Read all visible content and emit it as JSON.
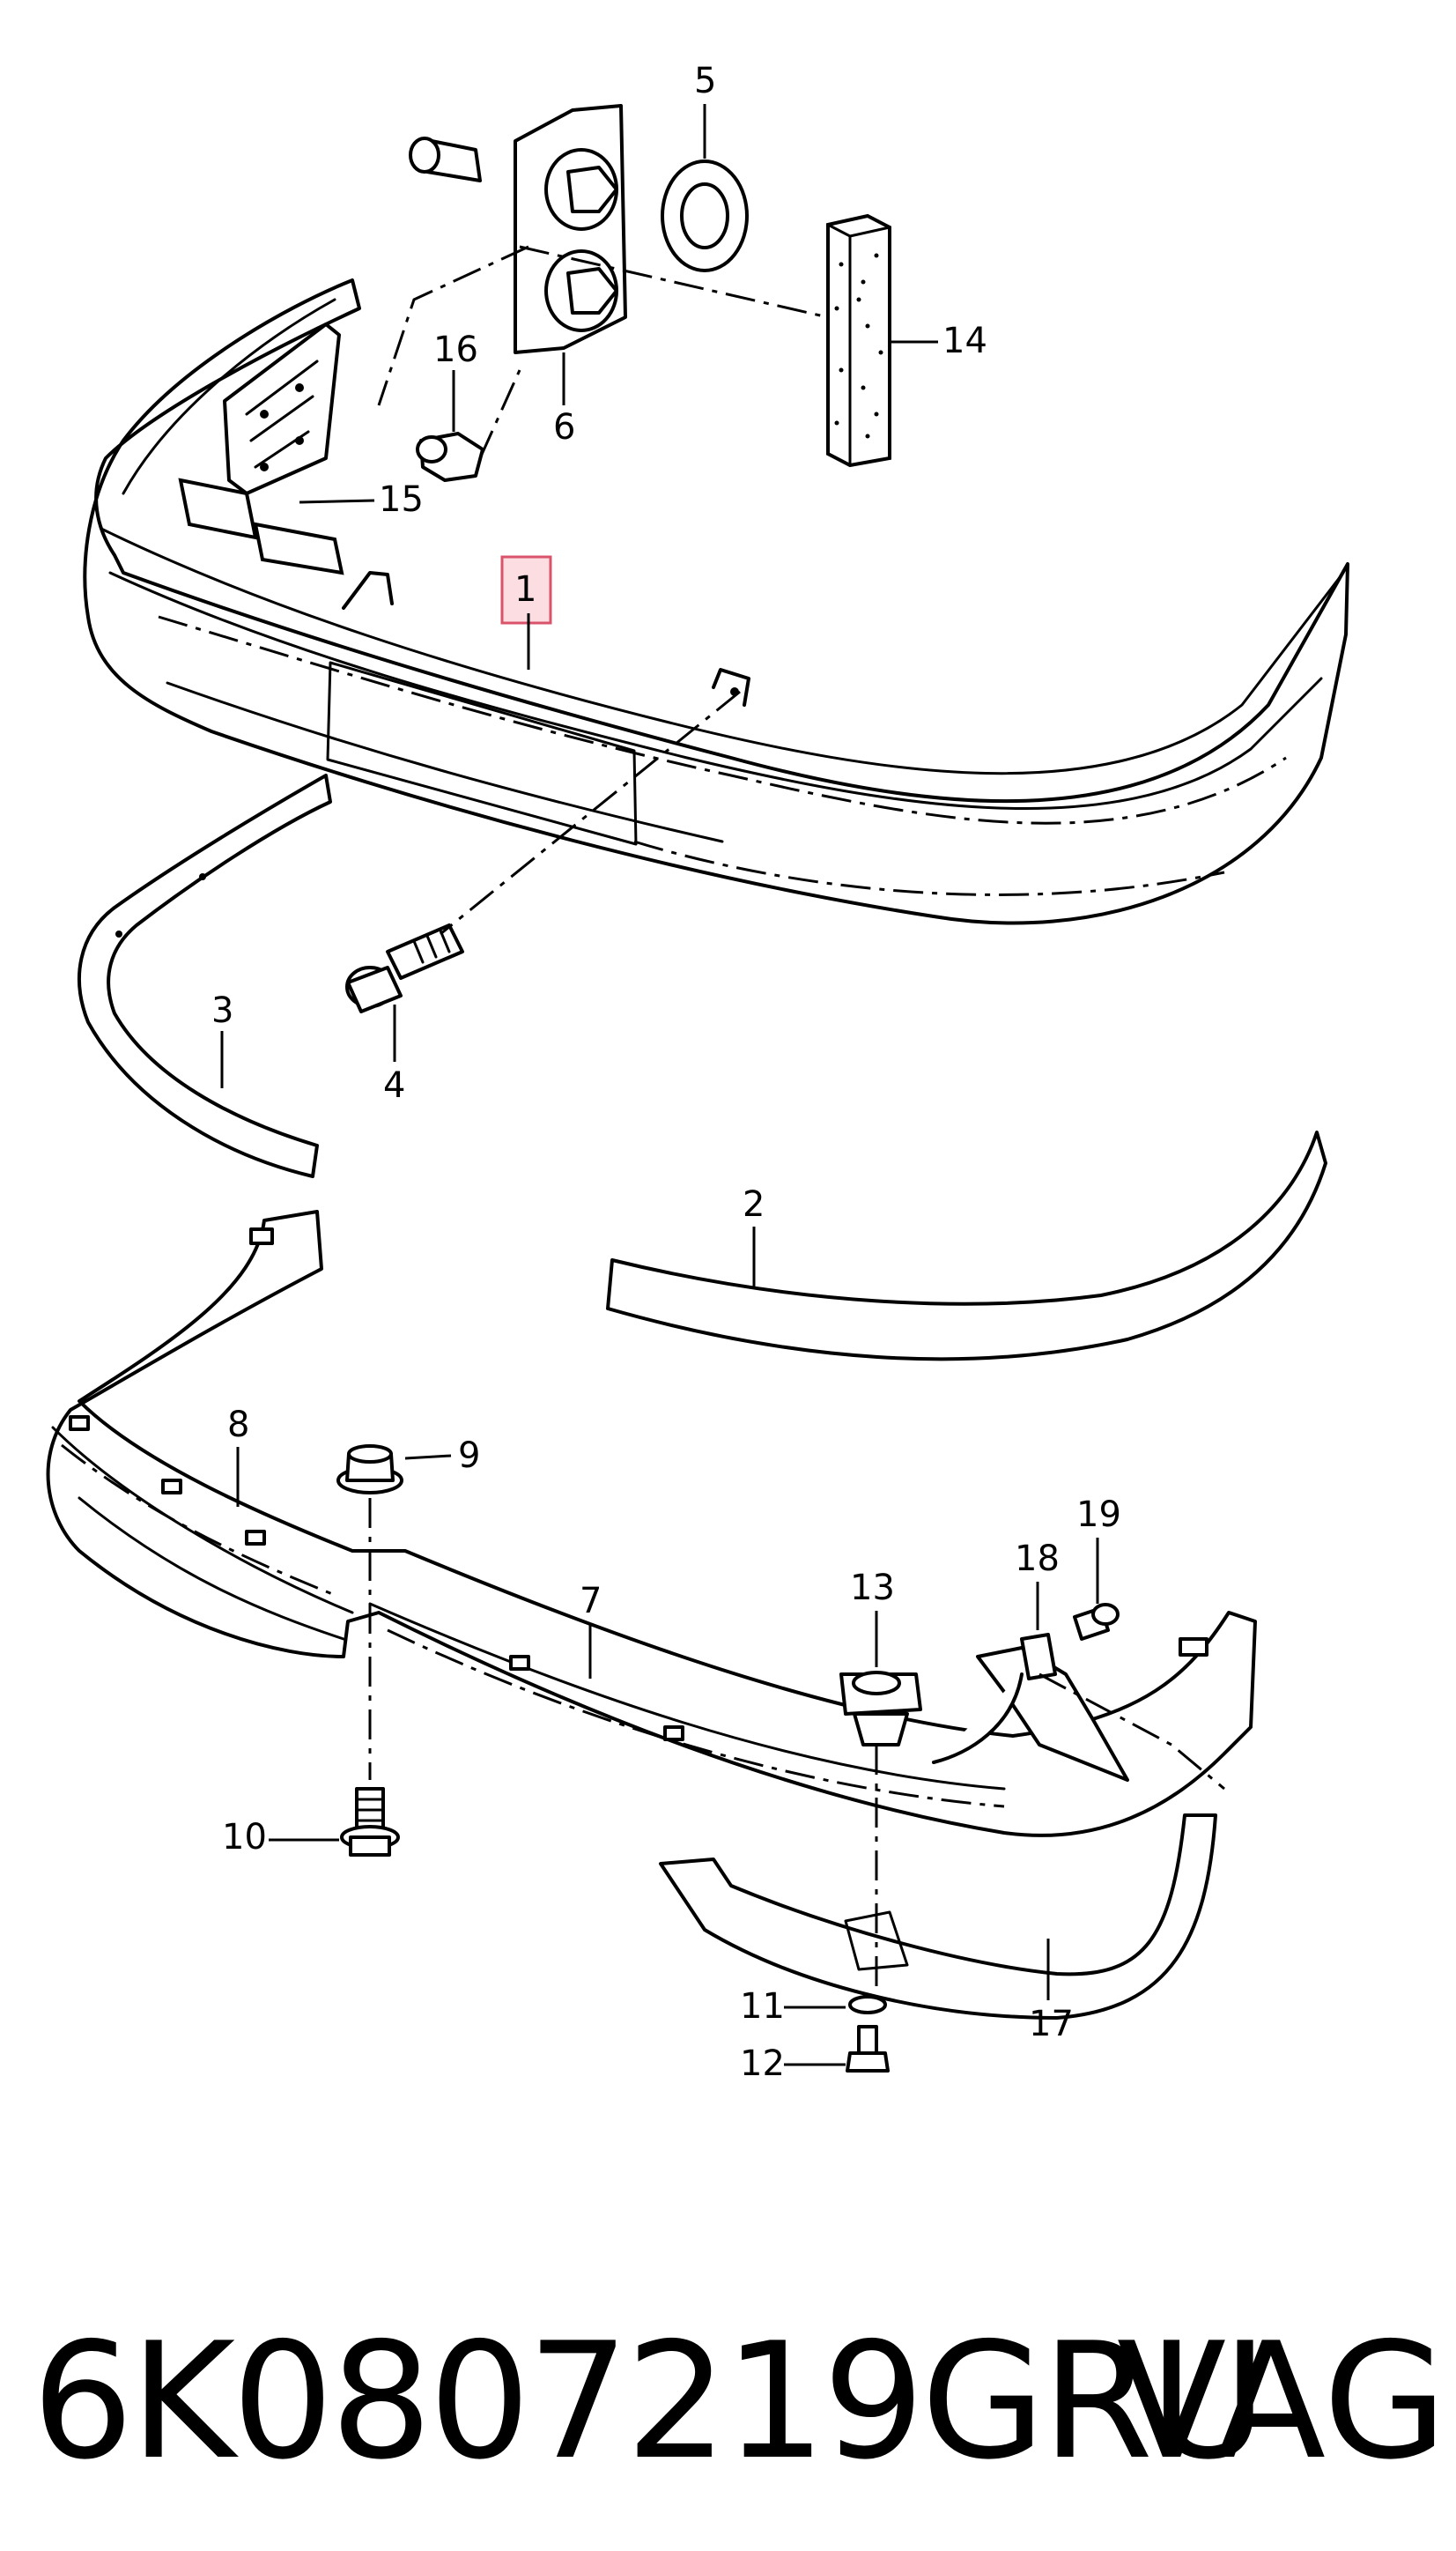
{
  "diagram": {
    "highlighted_callout": "1",
    "highlight_color": "#fbdde2",
    "highlight_border_color": "#d9536b",
    "callouts": {
      "c1": "1",
      "c2": "2",
      "c3": "3",
      "c4": "4",
      "c5": "5",
      "c6": "6",
      "c7": "7",
      "c8": "8",
      "c9": "9",
      "c10": "10",
      "c11": "11",
      "c12": "12",
      "c13": "13",
      "c14": "14",
      "c15": "15",
      "c16": "16",
      "c17": "17",
      "c18": "18",
      "c19": "19"
    }
  },
  "footer": {
    "part_number": "6K0807219GRU",
    "brand": "VAG"
  }
}
